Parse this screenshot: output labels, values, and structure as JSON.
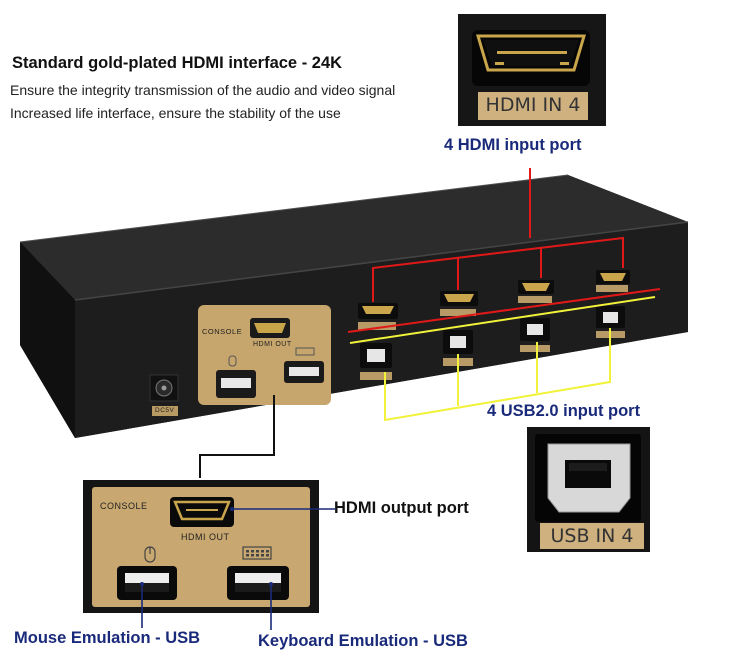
{
  "header": {
    "title": "Standard gold-plated HDMI interface - 24K",
    "line1": "Ensure the integrity transmission of the audio and video signal",
    "line2": "Increased life interface, ensure the stability of the use"
  },
  "callouts": {
    "hdmi_inputs": "4 HDMI input port",
    "usb_inputs": "4 USB2.0 input port",
    "hdmi_output": "HDMI output port",
    "mouse": "Mouse Emulation - USB",
    "keyboard": "Keyboard Emulation - USB"
  },
  "zoom_labels": {
    "hdmi_in": "HDMI IN 4",
    "usb_in": "USB IN 4"
  },
  "panel": {
    "console": "CONSOLE",
    "hdmi_out": "HDMI OUT",
    "dc": "DC5V"
  },
  "colors": {
    "callout_text": "#1a2a7a",
    "red_line": "#e01818",
    "yellow_line": "#f2f23a",
    "gold_panel": "#c8a870",
    "device_body": "#1b1b1b"
  },
  "icons": [
    "mouse-icon",
    "keyboard-icon"
  ]
}
